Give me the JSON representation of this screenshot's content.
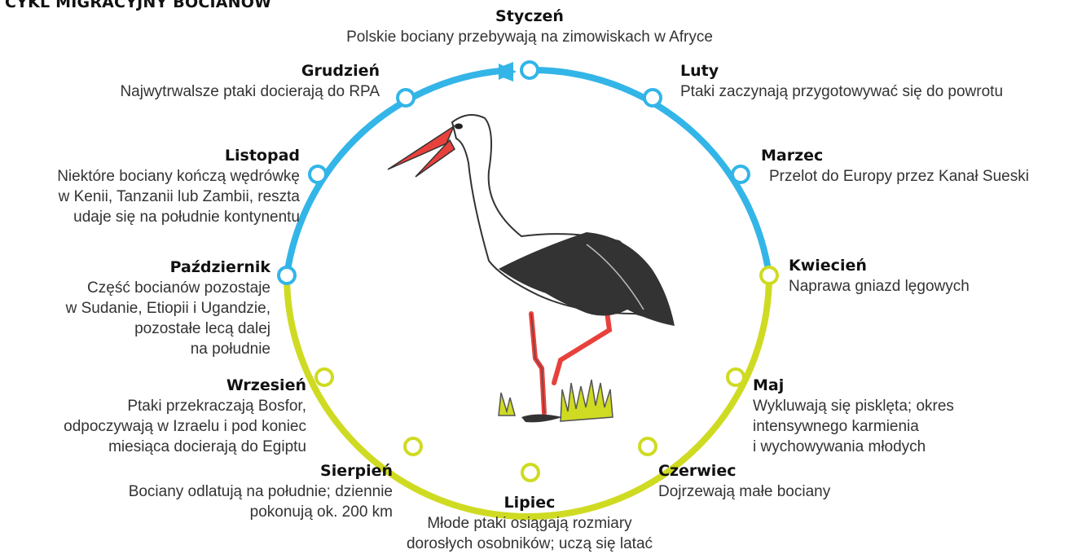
{
  "title": "CYKL MIGRACYJNY BOCIANÓW",
  "colors": {
    "autumn_winter": "#33b5e8",
    "spring_summer": "#cfdb22",
    "stork_beak": "#e8413c",
    "stork_wing": "#333333"
  },
  "months": [
    {
      "name": "Styczeń",
      "desc": "Polskie bociany przebywają na zimowiskach w Afryce"
    },
    {
      "name": "Luty",
      "desc": "Ptaki zaczynają przygotowywać się do powrotu"
    },
    {
      "name": "Marzec",
      "desc": "Przelot do Europy przez Kanał Sueski"
    },
    {
      "name": "Kwiecień",
      "desc": "Naprawa gniazd lęgowych"
    },
    {
      "name": "Maj",
      "desc": "Wykluwają się pisklęta; okres\nintensywnego karmienia\ni wychowywania młodych"
    },
    {
      "name": "Czerwiec",
      "desc": "Dojrzewają małe bociany"
    },
    {
      "name": "Lipiec",
      "desc": "Młode ptaki osiągają rozmiary\ndorosłych osobników; uczą się latać"
    },
    {
      "name": "Sierpień",
      "desc": "Bociany odlatują na południe; dziennie\npokonują ok. 200 km"
    },
    {
      "name": "Wrzesień",
      "desc": "Ptaki przekraczają Bosfor,\nodpoczywają w Izraelu i pod koniec\nmiesiąca docierają do Egiptu"
    },
    {
      "name": "Październik",
      "desc": "Część bocianów pozostaje\nw Sudanie, Etiopii i Ugandzie,\npozostałe lecą dalej\nna południe"
    },
    {
      "name": "Listopad",
      "desc": "Niektóre bociany kończą wędrówkę\nw Kenii, Tanzanii lub Zambii, reszta\nudaje się na południe kontynentu"
    },
    {
      "name": "Grudzień",
      "desc": "Najwytrwalsze ptaki docierają do RPA"
    }
  ]
}
